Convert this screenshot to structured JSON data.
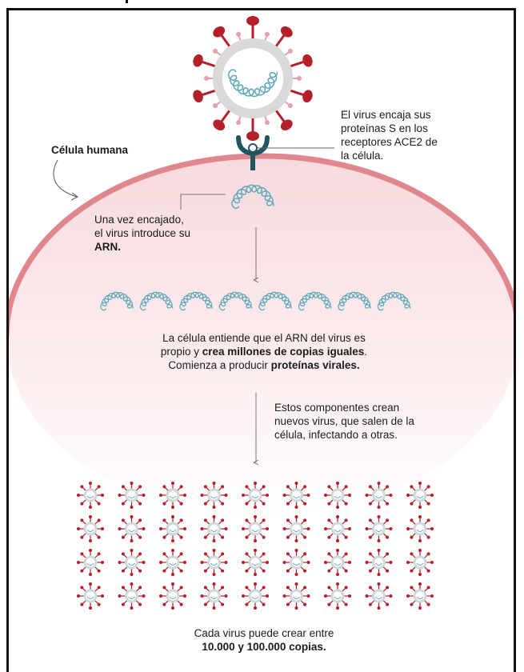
{
  "labels": {
    "cell": "Célula humana"
  },
  "annotations": {
    "attach_lines": [
      "El virus encaja sus",
      "proteínas S en los",
      "receptores ACE2 de",
      "la célula."
    ],
    "rna_lines": [
      "Una vez encajado,",
      "el virus introduce su"
    ],
    "rna_bold": "ARN.",
    "copies_line1": "La célula entiende que el ARN del virus es",
    "copies_line2_a": "propio y ",
    "copies_line2_bold": "crea millones de copias iguales",
    "copies_line2_end": ".",
    "copies_line3_a": "Comienza a producir ",
    "copies_line3_bold": "proteínas virales.",
    "components_lines": [
      "Estos componentes crean",
      "nuevos virus, que salen de la",
      "célula, infectando a otras."
    ],
    "bottom_line1": "Cada virus puede crear entre",
    "bottom_line2_bold": "10.000 y 100.000 copias."
  },
  "colors": {
    "spike": "#b51f2a",
    "spike_light": "#e8a0a6",
    "capsid": "#d9d9d9",
    "rna": "#5aa7b8",
    "receptor": "#1f5561",
    "membrane": "#e0868d",
    "cytoplasm": "#fbe9ea",
    "arrow": "#777777"
  },
  "grids": {
    "rna_copies": 8,
    "virus_rows": 4,
    "virus_cols": 9
  }
}
